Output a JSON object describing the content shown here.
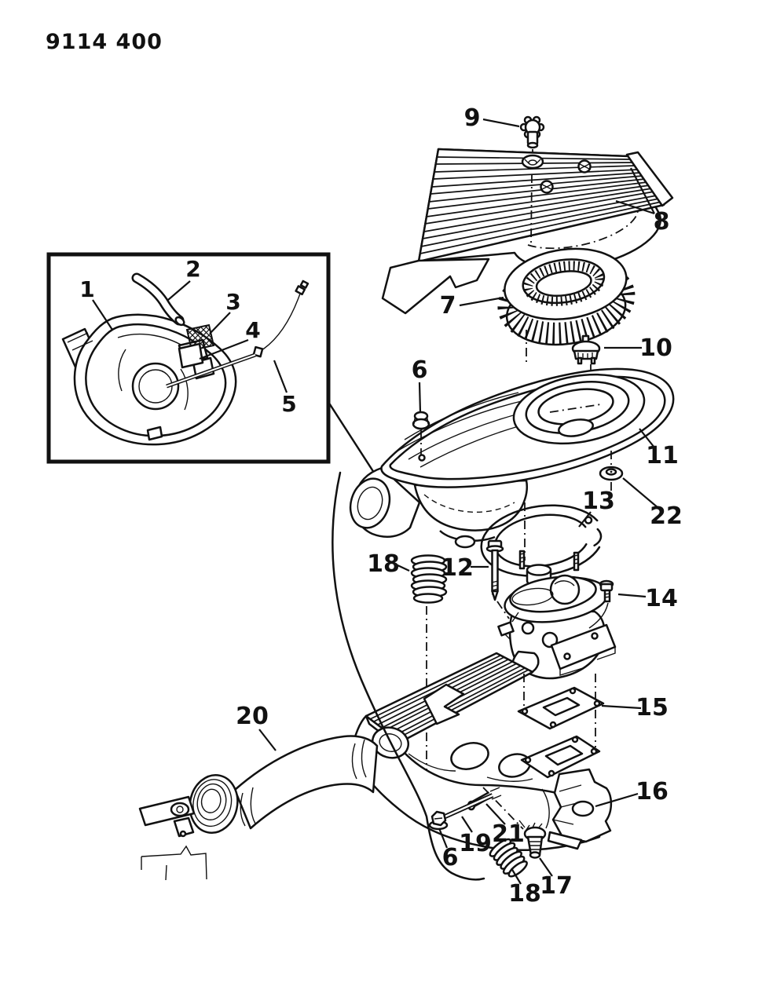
{
  "document": {
    "figure_code": "9114 400",
    "type": "exploded-parts-diagram",
    "subject": "Air cleaner assembly with carburetor, intake manifold and air intake duct",
    "inset_subject": "Air cleaner body detail with hose, screen and vacuum harness"
  },
  "colors": {
    "ink": "#111111",
    "paper": "#ffffff"
  },
  "callouts": [
    {
      "label": "1"
    },
    {
      "label": "2"
    },
    {
      "label": "3"
    },
    {
      "label": "4"
    },
    {
      "label": "5"
    },
    {
      "label": "9"
    },
    {
      "label": "8"
    },
    {
      "label": "7"
    },
    {
      "label": "10"
    },
    {
      "label": "6"
    },
    {
      "label": "11"
    },
    {
      "label": "22"
    },
    {
      "label": "13"
    },
    {
      "label": "18"
    },
    {
      "label": "12"
    },
    {
      "label": "14"
    },
    {
      "label": "20"
    },
    {
      "label": "15"
    },
    {
      "label": "16"
    },
    {
      "label": "21"
    },
    {
      "label": "19"
    },
    {
      "label": "6"
    },
    {
      "label": "18"
    },
    {
      "label": "17"
    }
  ]
}
